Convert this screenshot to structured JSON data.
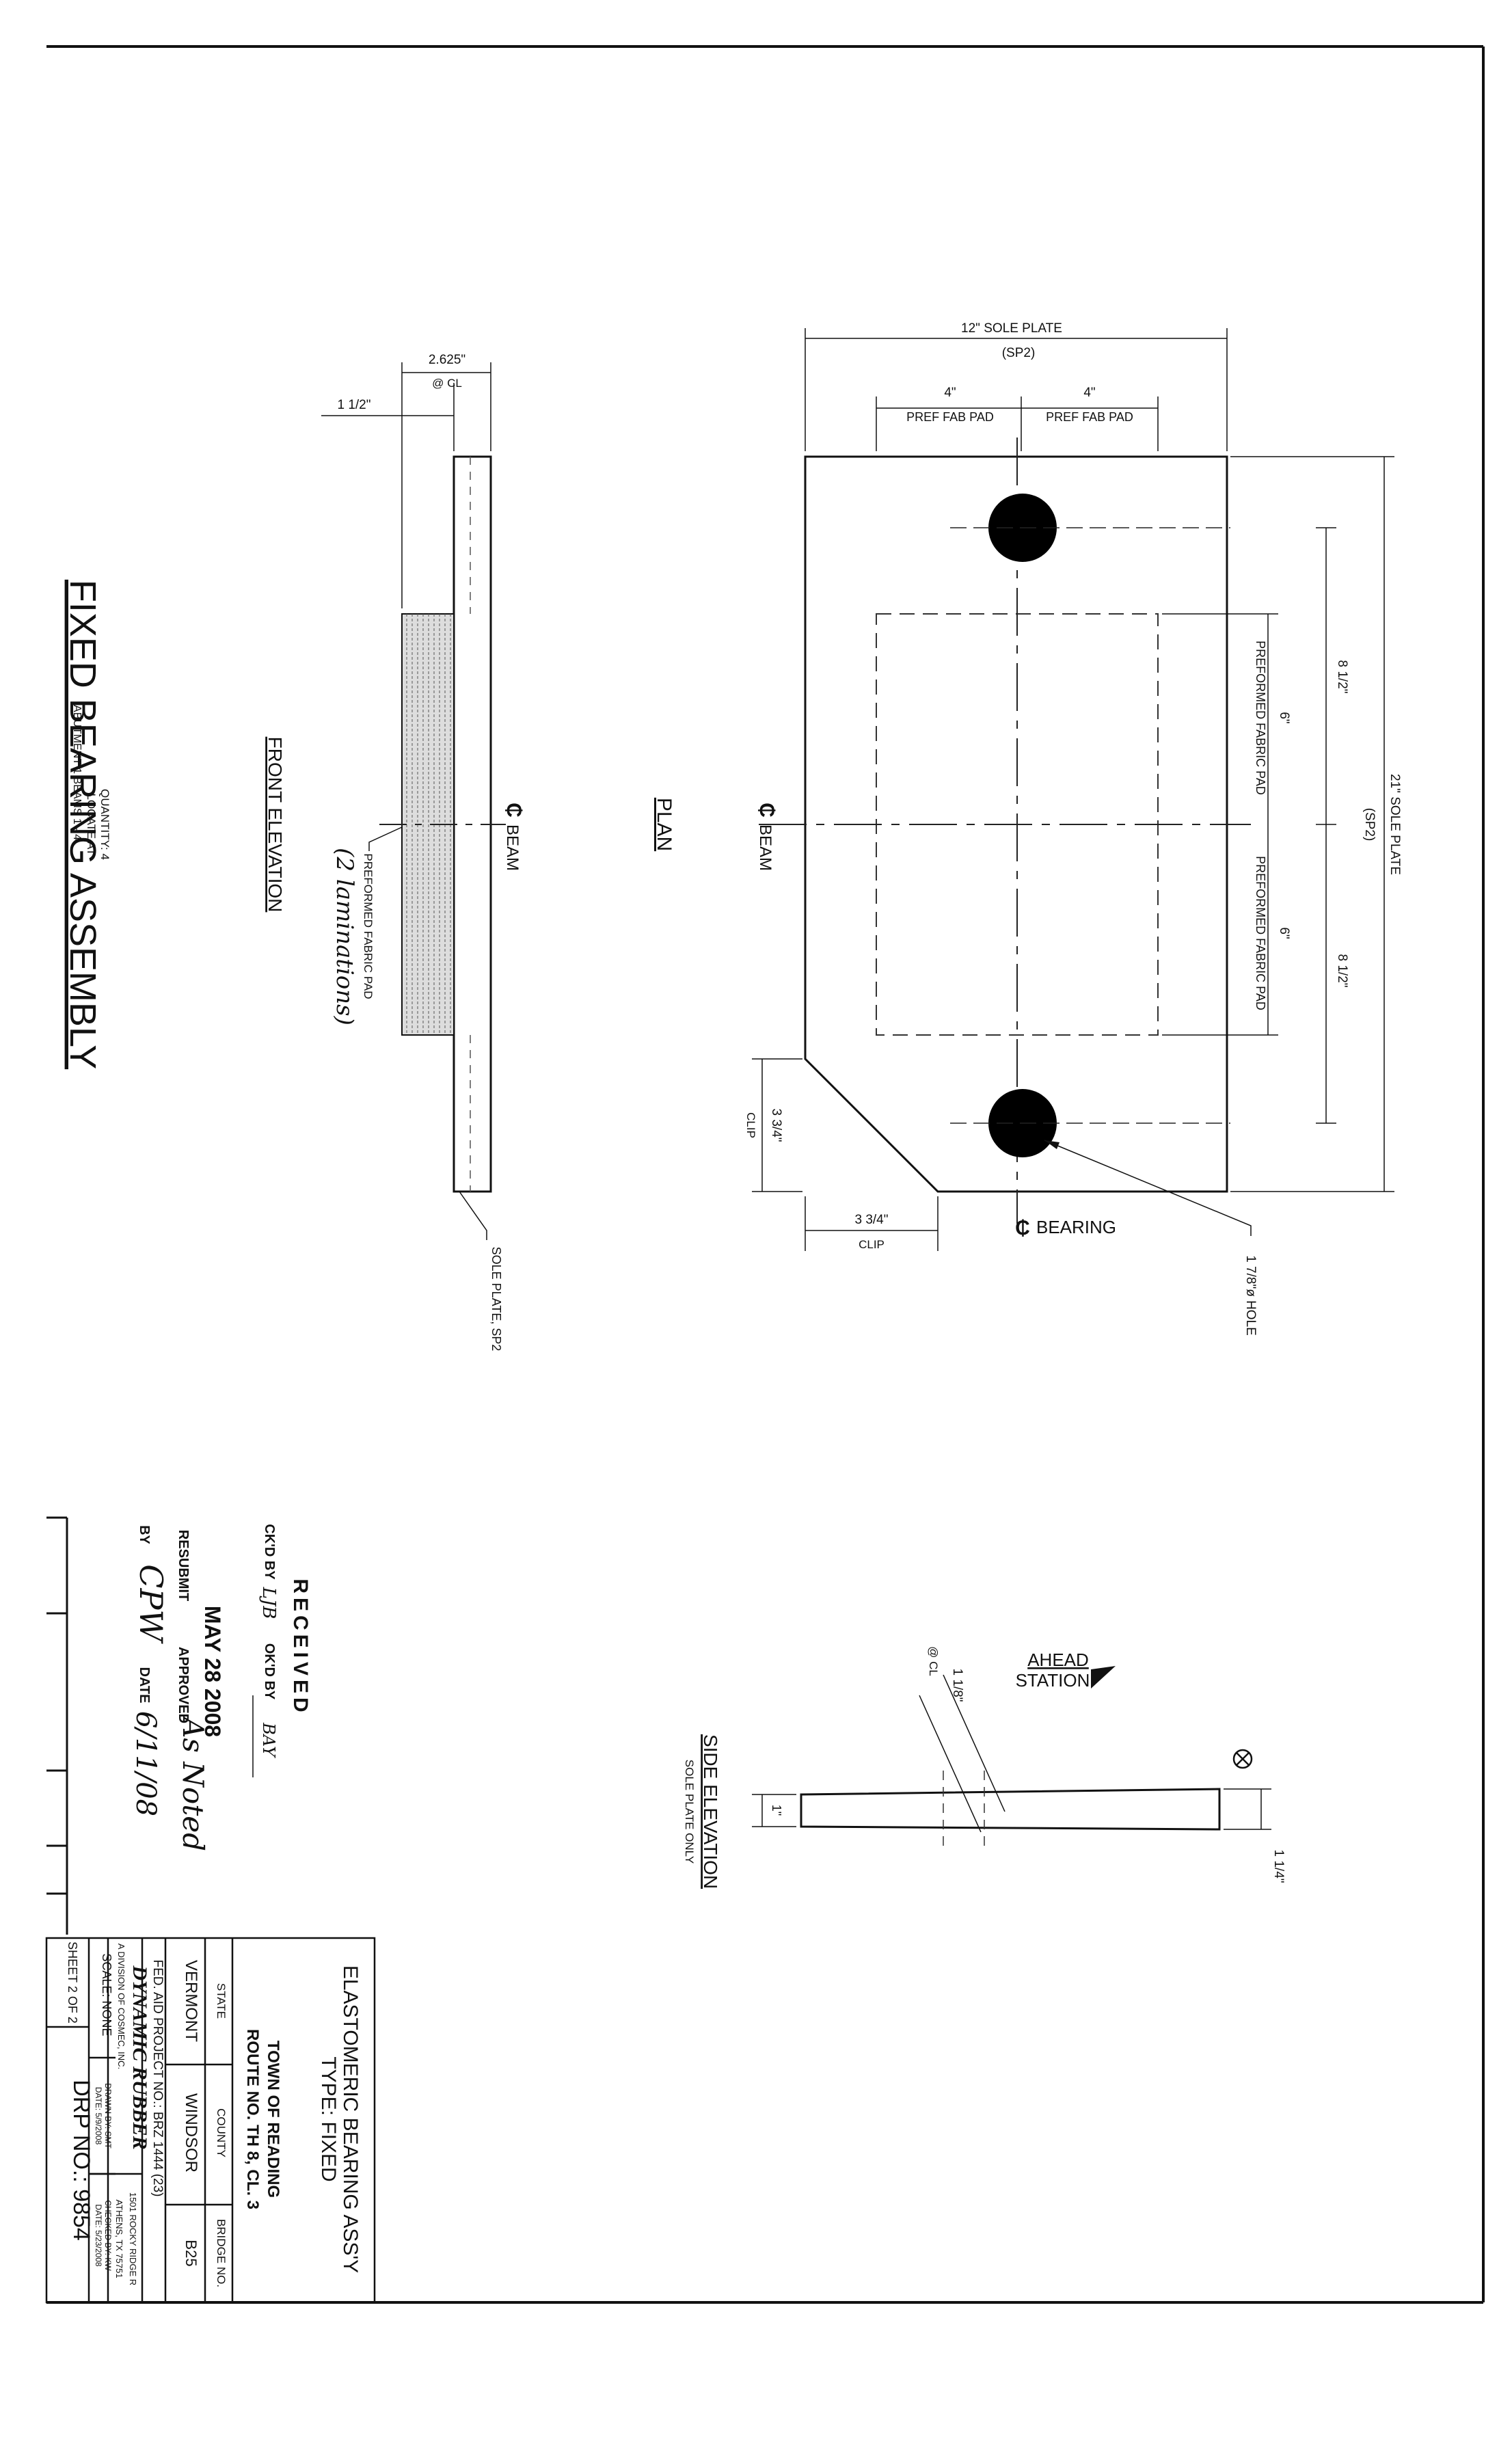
{
  "plan": {
    "title": "PLAN",
    "sole_plate_width": "12\" SOLE PLATE",
    "sole_plate_width_id": "(SP2)",
    "pad_left": "4\"",
    "pad_left_label": "PREF FAB PAD",
    "pad_right": "4\"",
    "pad_right_label": "PREF FAB PAD",
    "sole_plate_length": "21\" SOLE PLATE",
    "sole_plate_length_id": "(SP2)",
    "half_upper": "8 1/2\"",
    "half_lower": "8 1/2\"",
    "pad_upper": "6\"",
    "pad_upper_label": "PREFORMED FABRIC PAD",
    "pad_lower": "6\"",
    "pad_lower_label": "PREFORMED FABRIC PAD",
    "beam_label": "BEAM",
    "bearing_label": "BEARING",
    "clip_vertical": "3 3/4\"",
    "clip_vertical_label": "CLIP",
    "clip_horizontal": "3 3/4\"",
    "clip_horizontal_label": "CLIP",
    "hole_label": "1 7/8\"ø HOLE"
  },
  "front_elevation": {
    "title": "FRONT ELEVATION",
    "dim_total": "2.625\"",
    "dim_total_label": "@ CL",
    "dim_plate": "1 1/2\"",
    "beam_label": "BEAM",
    "pad_label": "PREFORMED FABRIC PAD",
    "pad_note": "(2 laminations)",
    "sole_plate_label": "SOLE PLATE, SP2"
  },
  "assembly": {
    "title": "FIXED BEARING ASSEMBLY",
    "quantity": "QUANTITY: 4",
    "locate": "LOCATE AT",
    "locations": "ABUTMENT 1 BEAMS 1 - 4"
  },
  "side_elevation": {
    "title": "SIDE ELEVATION",
    "subtitle": "SOLE PLATE ONLY",
    "ahead": "AHEAD",
    "station": "STATION",
    "dim_cl": "1 1/8\"",
    "dim_cl_label": "@ CL",
    "dim_left": "1\"",
    "dim_right": "1 1/4\""
  },
  "stamp": {
    "received": "RECEIVED",
    "date": "MAY 28 2008",
    "ckd_by": "CK'D BY",
    "ckd_by_value": "LJB",
    "okd_by": "OK'D BY",
    "okd_by_value": "BAY",
    "resubmit": "RESUBMIT",
    "approved": "APPROVED",
    "approved_value": "As Noted",
    "by": "BY",
    "by_value": "CPW",
    "date_label": "DATE",
    "date_value": "6/11/08"
  },
  "title_block": {
    "title_line1": "ELASTOMERIC BEARING ASS'Y",
    "title_line2": "TYPE: FIXED",
    "town": "TOWN OF READING",
    "route": "ROUTE NO. TH 8, CL. 3",
    "state_label": "STATE",
    "county_label": "COUNTY",
    "bridge_label": "BRIDGE NO.",
    "state": "VERMONT",
    "county": "WINDSOR",
    "bridge": "B25",
    "fed_aid": "FED. AID PROJECT NO.: BRZ 1444 (23)",
    "company": "DYNAMIC RUBBER",
    "division": "A DIVISION OF COSMEC, INC.",
    "address1": "1501 ROCKY RIDGE R",
    "address2": "ATHENS, TX 75751",
    "drawn_by": "DRAWN BY: SMT",
    "drawn_date": "DATE: 5/9/2008",
    "checked_by": "CHECKED BY: KW",
    "checked_date": "DATE: 5/23/2008",
    "scale": "SCALE: NONE",
    "sheet": "SHEET 2 OF 2",
    "drp": "DRP NO.: 9854"
  }
}
